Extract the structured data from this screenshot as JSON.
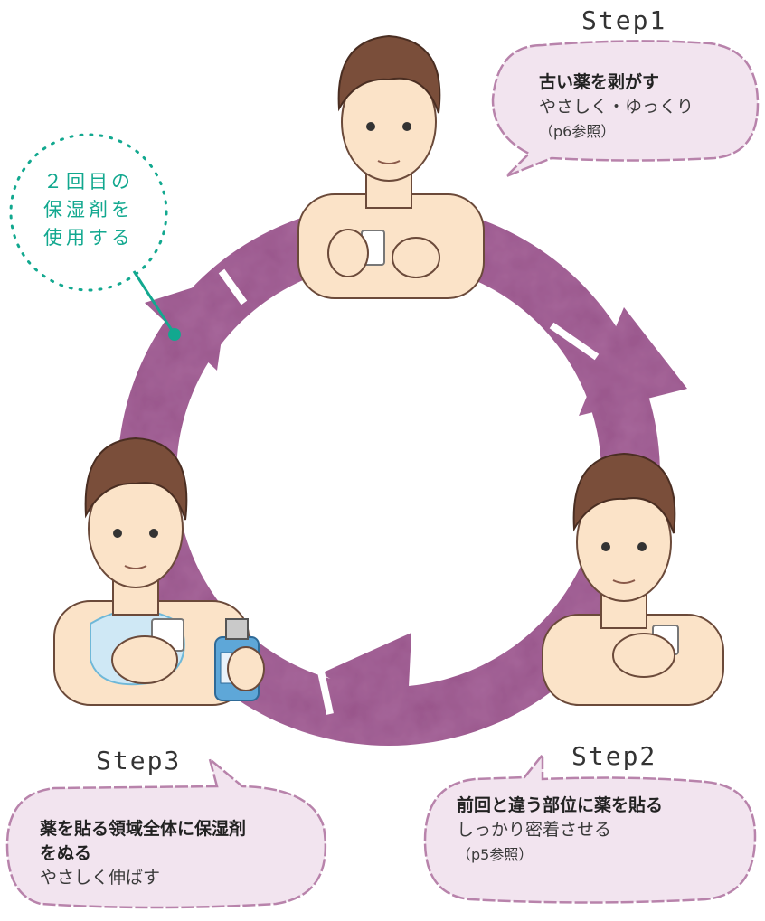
{
  "note": {
    "lines": [
      "２回目の",
      "保湿剤を",
      "使用する"
    ]
  },
  "steps": [
    {
      "label": "Step1",
      "title": "古い薬を剥がす",
      "line2": "やさしく・ゆっくり",
      "line3": "（p6参照）"
    },
    {
      "label": "Step2",
      "title": "前回と違う部位に薬を貼る",
      "line2": "しっかり密着させる",
      "line3": "（p5参照）"
    },
    {
      "label": "Step3",
      "title": "薬を貼る領域全体に保湿剤",
      "title2": "をぬる",
      "line2": "やさしく伸ばす"
    }
  ],
  "colors": {
    "cycle": "#a8689c",
    "bubble": "#f2e4ef",
    "bubble_edge": "#b883ab",
    "note": "#12a88f",
    "skin": "#fbe3c8",
    "hair": "#7a4e3a"
  }
}
